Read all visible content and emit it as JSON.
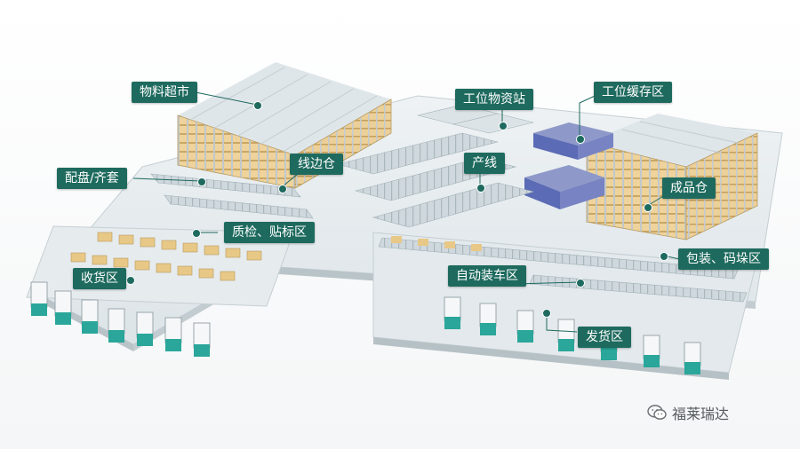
{
  "zones": {
    "wuliao_chaoshi": "物料超市",
    "gongwei_wuzizhan": "工位物资站",
    "gongwei_huancunqu": "工位缓存区",
    "xianbiancang": "线边仓",
    "chanxian": "产线",
    "peipan_qitao": "配盘/齐套",
    "chengpincang": "成品仓",
    "zhijian_tiebiaoqu": "质检、贴标区",
    "baozhuang_maduoqu": "包装、码垛区",
    "shouhuoqu": "收货区",
    "zidong_zhuangchequ": "自动装车区",
    "fahuoqu": "发货区"
  },
  "watermark": {
    "text": "福莱瑞达",
    "icon": "wechat-icon"
  },
  "colors": {
    "label_bg": "#1e6a5e",
    "rack_wood": "#e3c48a",
    "floor": "#e7ecef",
    "truck_cab": "#2aa69a"
  }
}
